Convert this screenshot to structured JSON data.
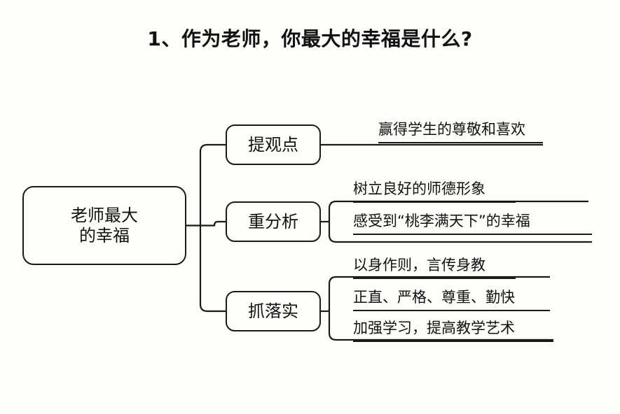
{
  "page": {
    "background_color": "#fdfdfa",
    "stroke_color": "#1a1a1a",
    "text_color": "#111111",
    "title": "1、作为老师，你最大的幸福是什么?"
  },
  "mindmap": {
    "root": {
      "label": "老师最大的幸福",
      "line1": "老师最大",
      "line2": "的幸福"
    },
    "branches": [
      {
        "label": "提观点",
        "leaves": [
          {
            "text": "赢得学生的尊敬和喜欢"
          }
        ]
      },
      {
        "label": "重分析",
        "leaves": [
          {
            "text": "树立良好的师德形象"
          },
          {
            "text": "感受到“桃李满天下”的幸福"
          }
        ]
      },
      {
        "label": "抓落实",
        "leaves": [
          {
            "text": "以身作则，言传身教"
          },
          {
            "text": "正直、严格、尊重、勤快"
          },
          {
            "text": "加强学习，提高教学艺术"
          }
        ]
      }
    ]
  }
}
